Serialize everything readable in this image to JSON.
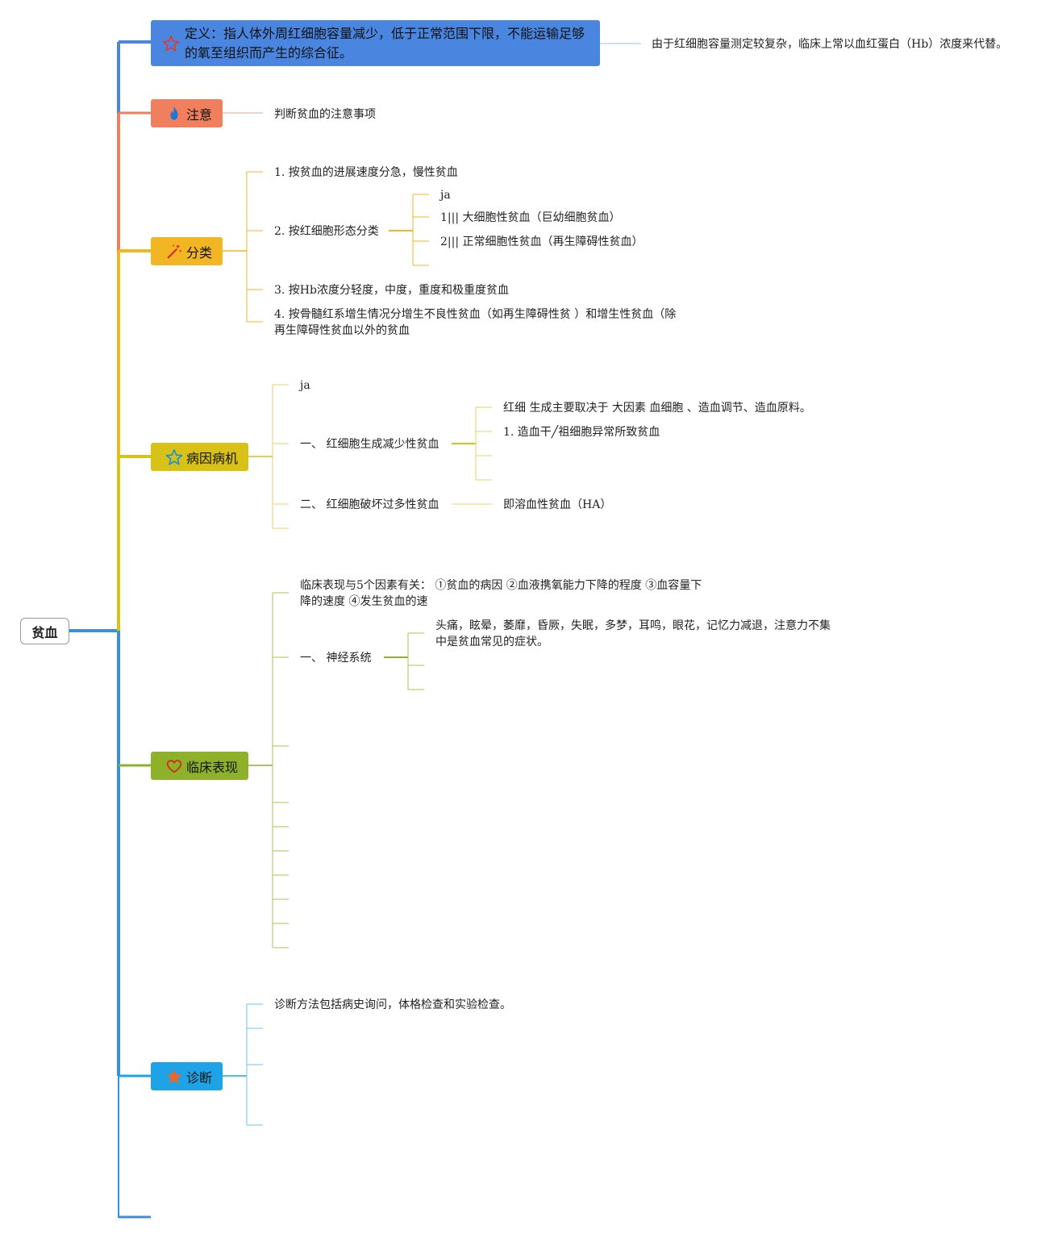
{
  "root": {
    "label": "贫血"
  },
  "colors": {
    "trunk": "#3b8fd6",
    "definition": "#4a86e0",
    "attention": "#f07f5e",
    "classification": "#f2b624",
    "etiology": "#d8c218",
    "clinical": "#8db22a",
    "diagnosis": "#1ea4e6"
  },
  "definition": {
    "icon": "star-outline-icon",
    "label": "定义：指人体外周红细胞容量减少，低于正常范围下限，不能运输足够的氧至组织而产生的综合征。",
    "note": "由于红细胞容量测定较复杂，临床上常以血红蛋白（Hb）浓度来代替。"
  },
  "attention": {
    "icon": "flame-icon",
    "label": "注意",
    "note": "判断贫血的注意事项"
  },
  "classification": {
    "icon": "magic-wand-icon",
    "label": "分类",
    "items": [
      "1. 按贫血的进展速度分急，慢性贫血",
      "2. 按红细胞形态分类",
      "3. 按Hb浓度分轻度，中度，重度和极重度贫血",
      "4. 按骨髓红系增生情况分增生不良性贫血（如再生障碍性贫 ）和增生性贫血（除再生障碍性贫血以外的贫血"
    ],
    "morphology": [
      "ja",
      "1||| 大细胞性贫血（巨幼细胞贫血）",
      "2||| 正常细胞性贫血（再生障碍性贫血）"
    ]
  },
  "etiology": {
    "icon": "star-outline-icon",
    "label": "病因病机",
    "items": [
      "ja",
      "一、 红细胞生成减少性贫血",
      "二、 红细胞破坏过多性贫血"
    ],
    "reduced": [
      "红细 生成主要取决于 大因素 血细胞 、造血调节、造血原料。",
      "1. 造血干╱祖细胞异常所致贫血"
    ],
    "destroyed": [
      "即溶血性贫血（HA）"
    ]
  },
  "clinical": {
    "icon": "heart-icon",
    "label": "临床表现",
    "intro": "临床表现与5个因素有关：  ①贫血的病因 ②血液携氧能力下降的程度 ③血容量下降的速度 ④发生贫血的速",
    "nervous": "一、 神经系统",
    "nervous_note": "头痛，眩晕，萎靡，昏厥，失眠，多梦，耳鸣，眼花，记忆力减退，注意力不集中是贫血常见的症状。"
  },
  "diagnosis": {
    "icon": "star-filled-icon",
    "label": "诊断",
    "items": [
      "诊断方法包括病史询问，体格检查和实验检查。"
    ]
  }
}
